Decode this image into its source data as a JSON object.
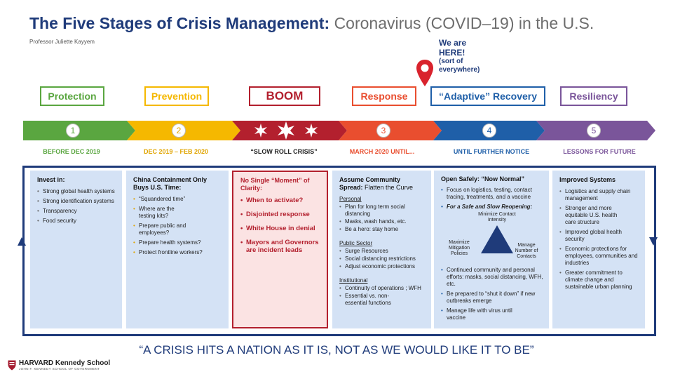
{
  "header": {
    "title_bold": "The Five Stages of Crisis Management:",
    "title_light": "Coronavirus (COVID–19) in the U.S.",
    "author": "Professor Juliette Kayyem"
  },
  "marker": {
    "line1": "We are",
    "line2": "HERE!",
    "line3": "(sort of",
    "line4": "everywhere)",
    "icon": "location-pin-icon",
    "color": "#d9232d"
  },
  "stages": [
    {
      "label": "Protection",
      "number": "1",
      "period": "BEFORE DEC 2019",
      "color": "#5aa640"
    },
    {
      "label": "Prevention",
      "number": "2",
      "period": "DEC 2019 – FEB 2020",
      "color": "#f5b800"
    },
    {
      "label": "BOOM",
      "number": "",
      "period": "“SLOW ROLL CRISIS”",
      "color": "#b3202e"
    },
    {
      "label": "Response",
      "number": "3",
      "period": "MARCH 2020 UNTIL...",
      "color": "#e94e2f"
    },
    {
      "label": "“Adaptive” Recovery",
      "number": "4",
      "period": "UNTIL FURTHER NOTICE",
      "color": "#1f5fa8"
    },
    {
      "label": "Resiliency",
      "number": "5",
      "period": "LESSONS FOR FUTURE",
      "color": "#7a559a"
    }
  ],
  "columns": {
    "protection": {
      "heading": "Invest in:",
      "items": [
        "Strong global health systems",
        "Strong identification systems",
        "Transparency",
        "Food security"
      ]
    },
    "prevention": {
      "heading": "China Containment Only Buys U.S. Time:",
      "items": [
        "“Squandered time”",
        "Where are the testing kits?",
        "Prepare public and employees?",
        "Prepare health systems?",
        "Protect frontline workers?"
      ]
    },
    "boom": {
      "heading": "No Single “Moment” of Clarity:",
      "items": [
        "When to activate?",
        "Disjointed response",
        "White House in denial",
        "Mayors and Governors are incident leads"
      ]
    },
    "response": {
      "heading_bold": "Assume Community Spread:",
      "heading_rest": "Flatten the Curve",
      "personal_title": "Personal",
      "personal": [
        "Plan for long term social distancing",
        "Masks, wash hands, etc.",
        "Be a hero: stay home"
      ],
      "public_title": "Public Sector",
      "public": [
        "Surge Resources",
        "Social distancing restrictions",
        "Adjust economic protections"
      ],
      "institutional_title": "Institutional",
      "institutional": [
        "Continuity of operations ; WFH",
        "Essential vs. non-essential functions"
      ]
    },
    "recovery": {
      "heading": "Open Safely: “Now Normal”",
      "item1": "Focus on logistics, testing, contact tracing, treatments, and a vaccine",
      "item2": "For a Safe and Slow Reopening:",
      "triangle_top": "Minimize Contact Intensity",
      "triangle_left": "Maximize Mitigation Policies",
      "triangle_right": "Manage Number of Contacts",
      "items_after": [
        "Continued community and personal efforts: masks, social distancing, WFH, etc.",
        "Be prepared to “shut it down” if new outbreaks emerge",
        "Manage life with virus until vaccine"
      ]
    },
    "resiliency": {
      "heading": "Improved Systems",
      "items": [
        "Logistics and supply chain management",
        "Stronger and more equitable U.S. health care structure",
        "Improved global health security",
        "Economic protections for employees, communities and industries",
        "Greater commitment to climate change and sustainable urban planning"
      ]
    }
  },
  "quote": "“A CRISIS HITS A NATION AS IT IS, NOT AS WE WOULD LIKE IT TO BE”",
  "footer": {
    "logo_main": "HARVARD Kennedy School",
    "logo_sub": "JOHN F. KENNEDY SCHOOL OF GOVERNMENT"
  }
}
